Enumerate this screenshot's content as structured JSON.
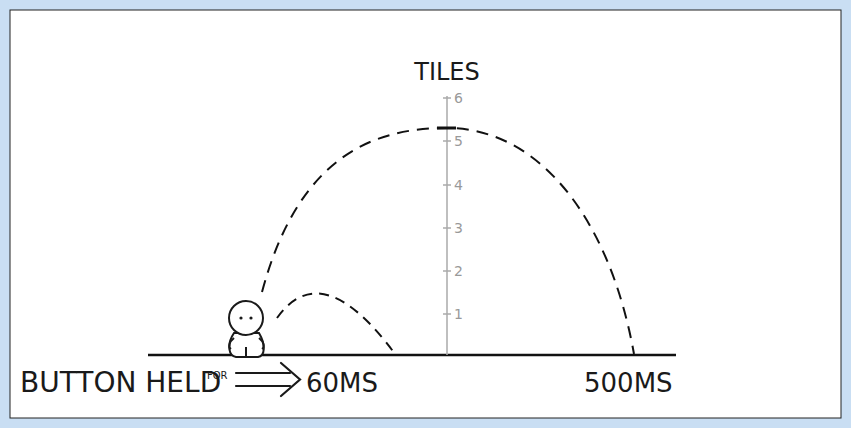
{
  "diagram": {
    "labels": [
      "TILES",
      "6",
      "5",
      "4",
      "3",
      "2",
      "1",
      "BUTTON HELD",
      "FOR",
      "60MS",
      "500MS"
    ]
  }
}
